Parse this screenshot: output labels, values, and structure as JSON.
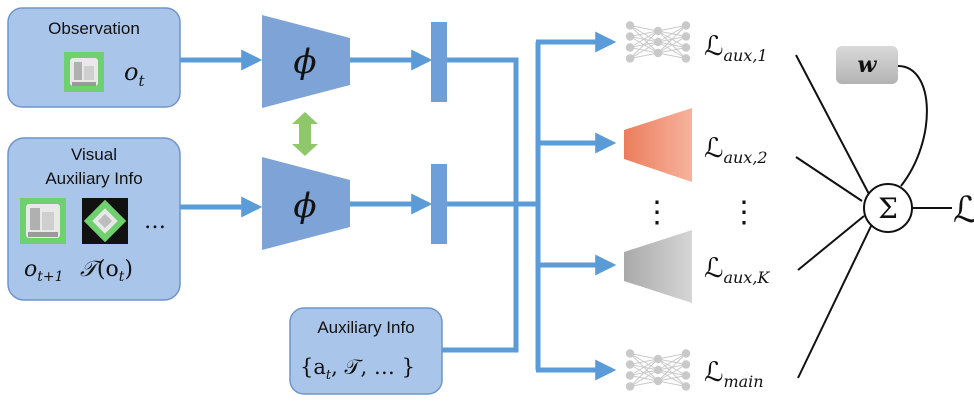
{
  "colors": {
    "box_fill": "#a9c5ea",
    "box_stroke": "#6f95c9",
    "arrow": "#5b9bd8",
    "encoder": "#7ea3d6",
    "bar": "#6f9fd8",
    "head_orange": "#f0967a",
    "head_gray": "#bdbdbd",
    "double_arrow": "#8fc86a",
    "weight_box": "#c8c8c8",
    "network_node": "#c9c9c9"
  },
  "observation": {
    "title": "Observation",
    "symbol": "o",
    "symbol_sub": "t",
    "thumbnail_icon": "robot-arm-scene-thumbnail"
  },
  "visual_aux": {
    "title_line1": "Visual",
    "title_line2": "Auxiliary Info",
    "ellipsis": "…",
    "label_next_obs": "o",
    "label_next_obs_sub": "t+1",
    "label_transform": "𝒯",
    "label_transform_arg": "(o",
    "label_transform_arg_sub": "t",
    "label_transform_close": ")",
    "thumbnail_icons": [
      "next-frame-thumbnail",
      "transformed-frame-thumbnail"
    ]
  },
  "aux_info": {
    "title": "Auxiliary Info",
    "set_text": "{a",
    "set_sub": "t",
    "set_rest": ", 𝒯, … }"
  },
  "encoders": {
    "symbol": "ϕ",
    "shared_weights_icon": "double-arrow"
  },
  "heads": {
    "vdots": "⋮",
    "losses": [
      {
        "base": "ℒ",
        "sub": "aux,1",
        "head": "mlp"
      },
      {
        "base": "ℒ",
        "sub": "aux,2",
        "head": "decoder-orange"
      },
      {
        "base": "ℒ",
        "sub": "aux,K",
        "head": "decoder-gray"
      },
      {
        "base": "ℒ",
        "sub": "main",
        "head": "mlp"
      }
    ]
  },
  "combiner": {
    "sum_symbol": "Σ",
    "weight_symbol": "w",
    "output_symbol": "ℒ"
  }
}
